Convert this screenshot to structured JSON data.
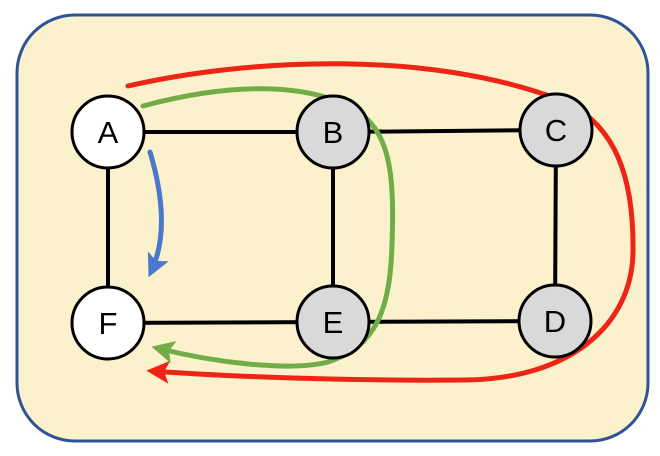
{
  "canvas": {
    "background_color": "#fbf1cd",
    "border_color": "#2f5496"
  },
  "nodes": {
    "A": {
      "label": "A",
      "fill": "#ffffff"
    },
    "B": {
      "label": "B",
      "fill": "#d9d9d9"
    },
    "C": {
      "label": "C",
      "fill": "#d9d9d9"
    },
    "D": {
      "label": "D",
      "fill": "#d9d9d9"
    },
    "E": {
      "label": "E",
      "fill": "#d9d9d9"
    },
    "F": {
      "label": "F",
      "fill": "#ffffff"
    }
  },
  "edges": [
    "A-B",
    "B-C",
    "A-F",
    "B-E",
    "C-D",
    "F-E",
    "E-D"
  ],
  "edge_color": "#000000",
  "arrows": {
    "red": {
      "color": "#ee2415",
      "from": "A",
      "to": "F",
      "route": "over the top and around the right side below D"
    },
    "green": {
      "color": "#70ad47",
      "from": "A",
      "to": "F",
      "route": "over B, down between B/E and under E"
    },
    "blue": {
      "color": "#4a78cc",
      "from": "A",
      "to": "F",
      "route": "direct short curve"
    }
  }
}
